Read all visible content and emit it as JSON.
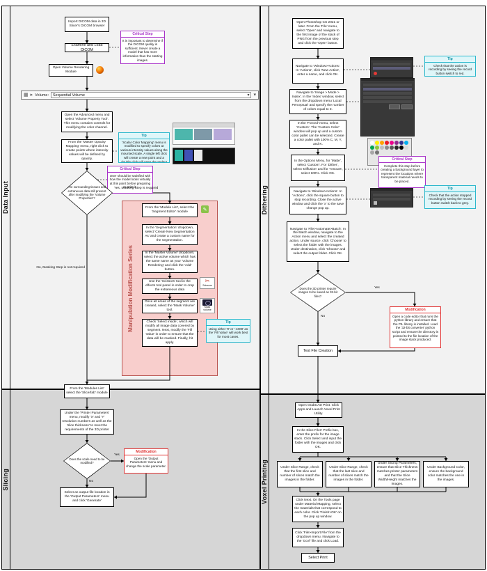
{
  "sections": {
    "data_input": {
      "label": "Data Input",
      "steps": {
        "import_dicom": "Import DICOM data in 3D Slicer's DICOM browser",
        "examine_load": "Examine and Load DICOM",
        "open_volume_rendering": "Open Volume Rendering Module",
        "advanced_menu": "Open the Advanced menu and select 'Volume Property Tool'. This menu contains controls for modifying the color channel.",
        "opacity_mapping": "From the 'Master Opacity Mapping' menu, right click to create points where intensity values will be defined by opacity.",
        "decision_extraneous": "Are surrounding tissues and extraneous data still present after modifying the 'Volume Properties'?",
        "yes_branch": "Yes, Masking Step is required",
        "no_branch": "No, Masking Step is not required"
      },
      "toolbar": {
        "volume_label": "Volume:",
        "volume_value": "Sequential Volume"
      },
      "critical_dicom_quality": {
        "title": "Critical Step",
        "body": "It is important to determine if the DICOM quality is sufficient. Never create a model that has more information than the starting images."
      },
      "critical_satisfied": {
        "title": "Critical Step",
        "body": "User should be satisfied with how the model looks virtually at this point before preparing to print it."
      },
      "tip_scalar_color": {
        "title": "Tip",
        "body": "'Scalar Color Mapping' menu is modified to specify colors at various intensity values along the mounted scale. A single left click will create a new point and a double click will open the 'Select Color' menu."
      },
      "tip_fill_value": {
        "title": "Tip",
        "body": "Using either '0' or '-1000' as the 'Fill Value' will work best for most cases."
      },
      "mask_series": {
        "label": "Manipulation Modification Series",
        "steps": {
          "segment_editor": "From the 'Module List', select the 'Segment Editor' module",
          "segmentation_dropdown": "In the 'Segmentation' dropdown, select 'Create New Segmentation As' and create a custom name for the segmentation.",
          "master_volume": "In the 'Master Volume' dropdown, select the active volume which has the same name as your 'Volume Rendering' and click the 'Add' button.",
          "scissors": "Use the 'Scissors' tool in the effects tool panel in order to crop the extraneous data",
          "mask_volume": "Once all areas of the segment are created, select the 'Mask Volume' tool.",
          "select_inside": "Check 'Select inside', which will modify all image data covered by segment. Next, modify the 'Fill Value' in order to ensure that the data will be masked. Finally, hit apply."
        },
        "icons": {
          "scissors_label": "Scissors",
          "mask_volume_label": "Mask volume"
        }
      }
    },
    "slicing": {
      "label": "Slicing",
      "steps": {
        "slicerfab": "From the 'Modules List' select the 'Slicerfab' module",
        "printer_parameters": "Under the 'Printer Parameters' menu, modify 'X' and 'Y' resolution numbers as well as the 'slice thickness' to meet the requirements of the 3D printer",
        "decision_scale": "Does the scale need to be modified?",
        "output_location": "Select an output file location in the 'Output Parameters' menu and click 'Generate'"
      },
      "yes_label": "Yes",
      "no_label": "No",
      "modification": {
        "title": "Modification",
        "body": "Open the 'Output Parameters' menu and change the scale parameter."
      }
    },
    "dithering": {
      "label": "Dithering",
      "steps": {
        "open_photoshop": "Open Photoshop CS 2021 or later. From the 'File' menu, select 'Open' and navigate to the first image of the stack of PNG from the previous step and click the 'Open' button.",
        "new_action": "Navigate to 'Window>Actions'. In 'Actions', click 'New Action', enter a name, and click OK.",
        "index_mode": "Navigate to 'Image > Mode > Index'. In the 'Index' window, select from the dropdown menu 'Local Perceptual' and specify the number of colors equal to 3.",
        "forced_custom": "In the 'Forced' menu, select 'Custom'. The 'Custom Color' window will pop up and a custom color pallet can be selected. Create a color pallet with 100% C, M, Y, and K.",
        "options_menu": "In the Options Menu, for 'Matte', select 'Custom'. For 'Dither', select 'Diffusion' and for 'Amount', select 100%. Click OK.",
        "stop_recording": "Navigate to 'Window>Actions'. In 'Actions', click the square button to stop recording. Close the active window and click the 'x' to the save change pop up.",
        "batch": "Navigate to 'File>Automate>Batch'. In the Batch window, navigate to the Action menu and select the created action. Under source, click 'Choose' to select the folder with the images. Under destination, click 'Choose' and select the output folder. Click OK.",
        "decision_32bit": "Does the 3D printer require images to be saved as 32-bit files?",
        "test_file": "Test File Creation"
      },
      "yes_label": "Yes",
      "no_label": "No",
      "tip_recording": {
        "title": "Tip",
        "body": "Check that the action is recording by seeing the record button switch to red."
      },
      "tip_stopped": {
        "title": "Tip",
        "body": "Check that the action stopped recording by seeing the record button switch back to grey."
      },
      "critical_background": {
        "title": "Critical Step",
        "body": "Complete this step before creating a background layer to represent the locations where transparent material needs to be placed."
      },
      "modification": {
        "title": "Modification",
        "body": "Open a code editor that runs the python library and ensure that the PIL library is installed. Load the '32-bit converter' python script and ensure the directory is pointed to the file location of the image stack produced."
      }
    },
    "voxel_printing": {
      "label": "Voxel Printing",
      "steps": {
        "open_grabcad": "Open GrabCAD Print. Click Apps and Launch Voxel Print Utility.",
        "prefix": "In the Slice Files' Prefix box, enter the prefix for the image stack. Click Select and input the folder with the images and click OK.",
        "check_slice_range_first": "Under Slice Range, check that the first slice and number of slices match the images in the folder.",
        "check_slice_range_last": "Under Slice Range, check that the last slice and number of slices match the images in the folder.",
        "check_slicing_parameters": "Under Slicing Parameters, ensure that Slice Thickness matches printer parameters and that the Slice Width/Height matches the images.",
        "check_background": "Under Background Color, ensure the background color matches the one in the images.",
        "material_mapping": "Click Next. On the Tools page under Material Mapping, select the materials that correspond to each color. Click 'Finish>OK' on the pop up window.",
        "import_file": "Click 'File>Import File' from the dropdown menu. Navigate to the 'Gcvf' file and click Load.",
        "select_print": "Select Print"
      }
    }
  },
  "icons": {
    "modules": "▦",
    "arrow": "▸",
    "caret": "▾",
    "scissors": "✂",
    "pencil": "✎"
  },
  "thumbnails": {
    "opacity_mapping": [
      "#4db6ac",
      "#7e99a8",
      "#b7a9d9"
    ],
    "volume_preview": [
      "#2bb3a3",
      "#3f51b5",
      "#ececec"
    ],
    "color_table": [
      "#ffffff",
      "#fff200",
      "#ffa200",
      "#ed1c24",
      "#ec008c",
      "#92278f",
      "#2e3192",
      "#00aeef",
      "#00a651",
      "#8dc63f",
      "#bfbfbf",
      "#8c8c8c",
      "#595959",
      "#262626",
      "#000000",
      "#d9d9d9",
      "#a6a6a6",
      "#737373"
    ]
  },
  "colors": {
    "critical": "#a832c8",
    "tip_border": "#2bb8cc",
    "tip_bg": "#dff6f9",
    "tip_title": "#0a8fa3",
    "modification": "#e03131",
    "mask_border": "#b85450",
    "mask_bg": "#f8cecc",
    "mask_label": "#b85450",
    "quad_light": "#f2f2f2",
    "quad_dark": "#d6d6d6"
  }
}
